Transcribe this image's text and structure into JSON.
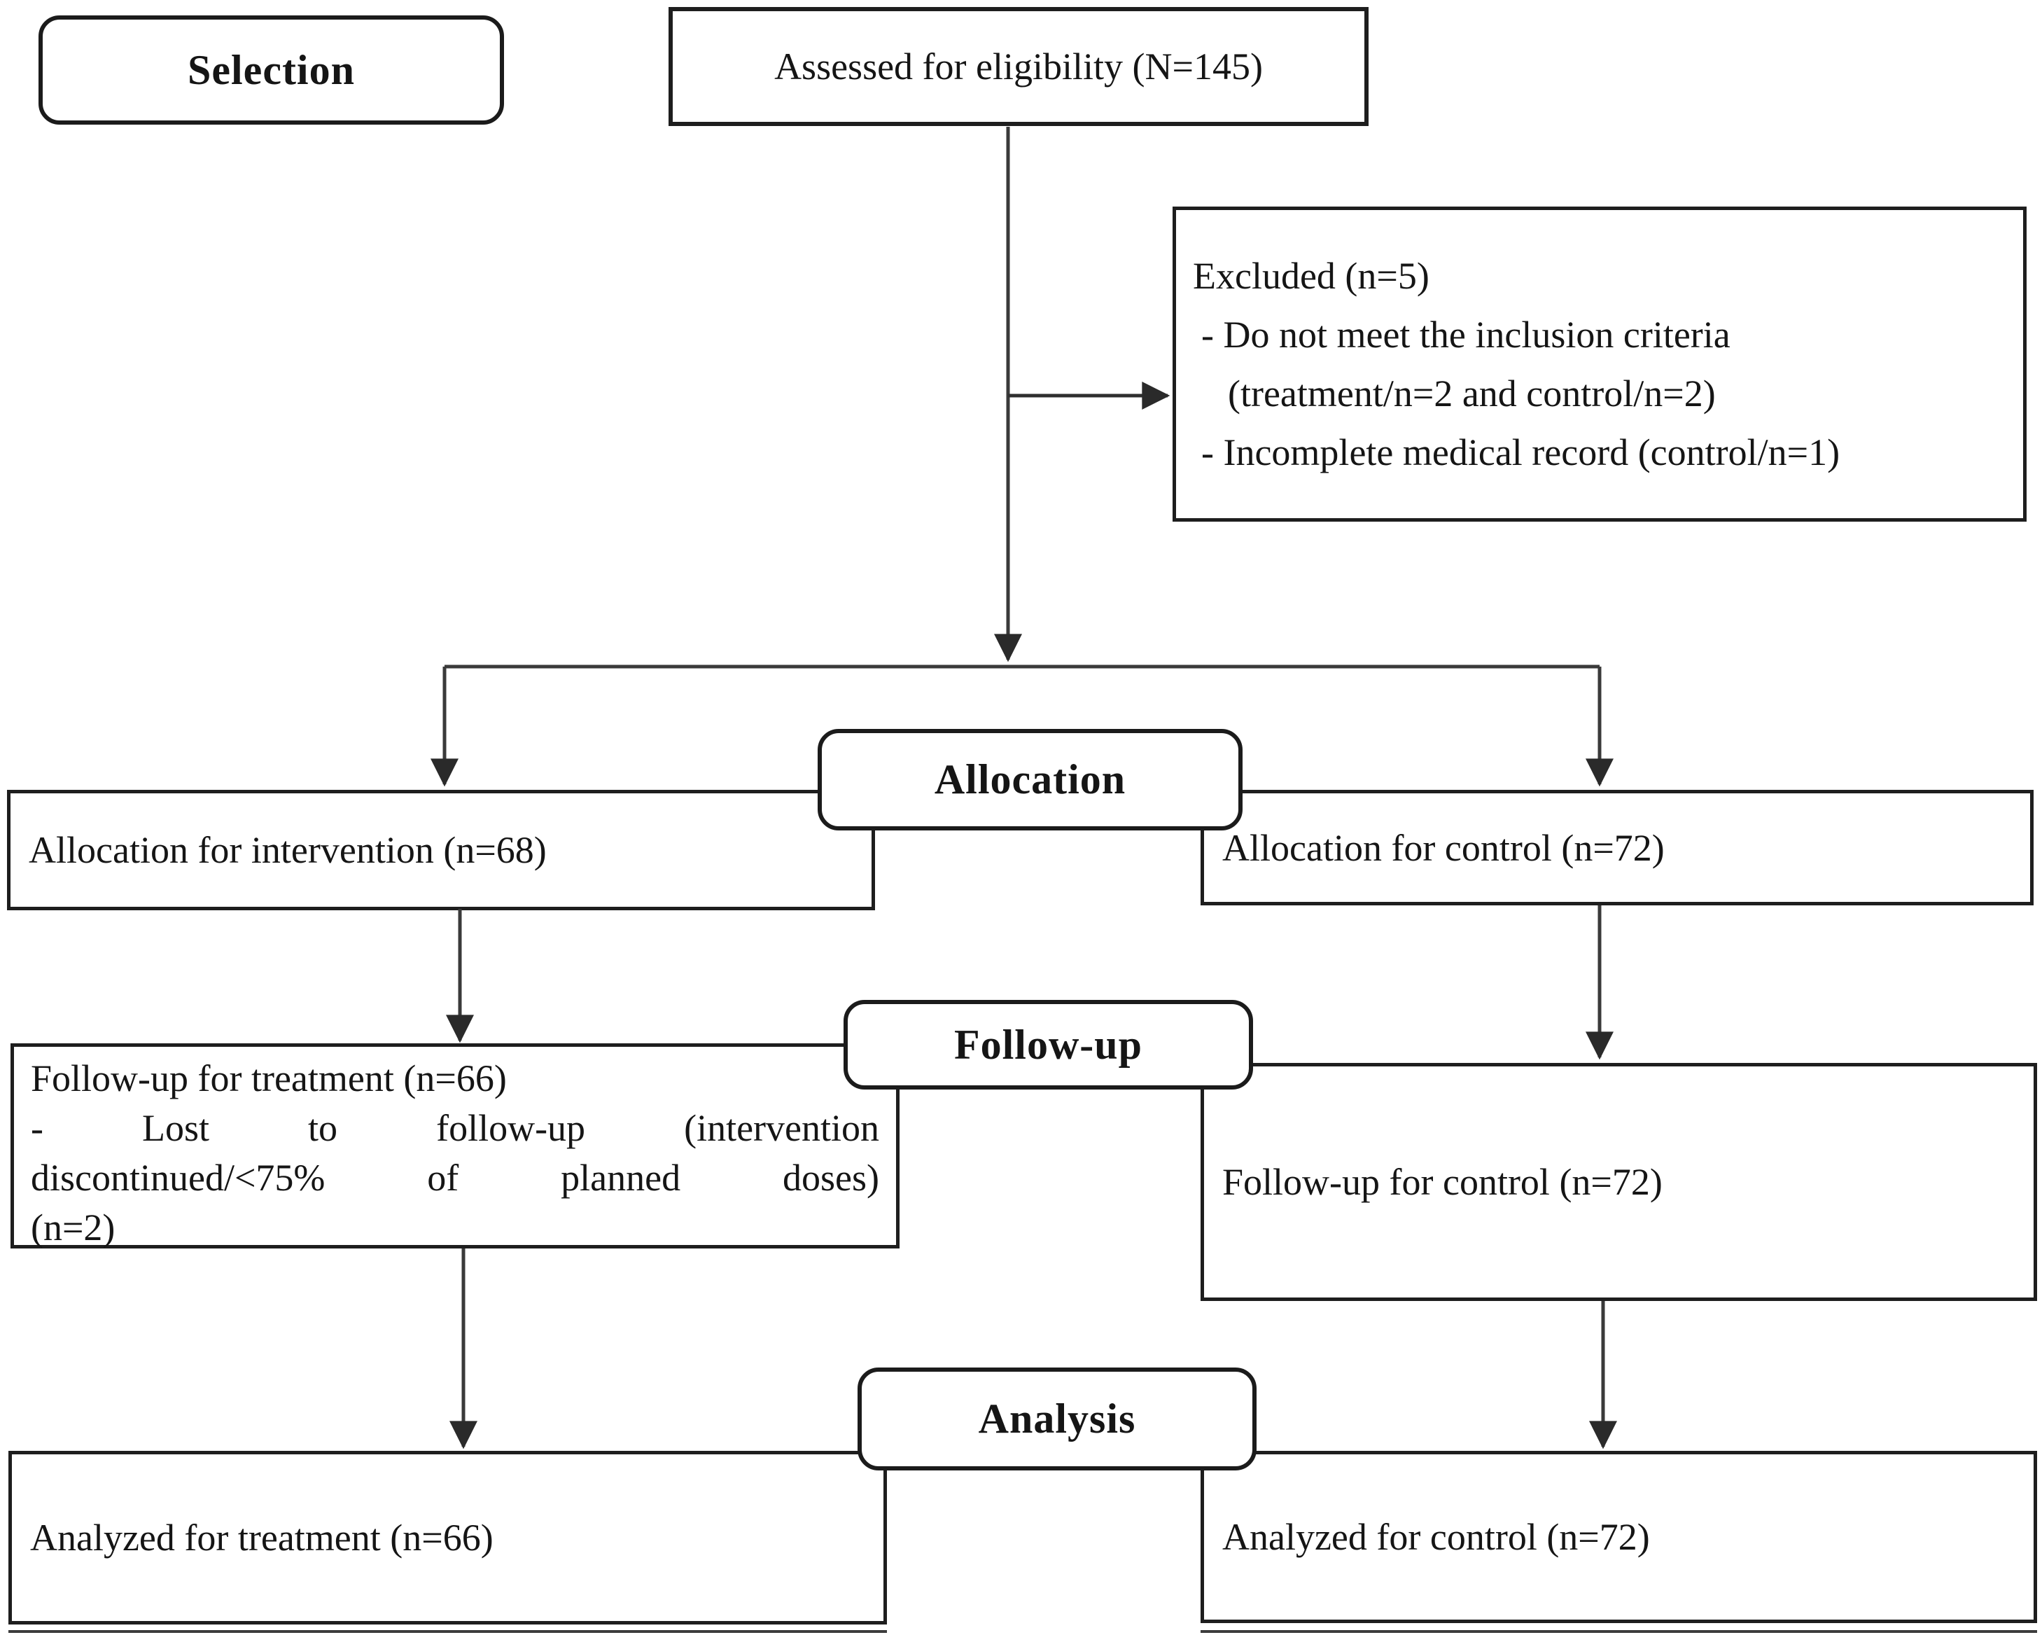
{
  "stages": {
    "selection": "Selection",
    "allocation": "Allocation",
    "followup": "Follow-up",
    "analysis": "Analysis"
  },
  "boxes": {
    "assessed": "Assessed for eligibility (N=145)",
    "excluded": {
      "title": "Excluded (n=5)",
      "reason1_line1": "- Do not meet the inclusion criteria",
      "reason1_line2": "(treatment/n=2 and control/n=2)",
      "reason2": "- Incomplete medical record (control/n=1)"
    },
    "allocation_intervention": "Allocation for intervention (n=68)",
    "allocation_control": "Allocation for control (n=72)",
    "followup_treatment": {
      "title": "Follow-up for treatment (n=66)",
      "lost_line1": "- Lost to follow-up (intervention",
      "lost_line2": "discontinued/<75% of planned doses)",
      "lost_line3": "(n=2)"
    },
    "followup_control": "Follow-up for control (n=72)",
    "analyzed_treatment": "Analyzed for treatment (n=66)",
    "analyzed_control": "Analyzed for control (n=72)"
  },
  "colors": {
    "ink": "#1b1b1b",
    "connector": "#3a3a3a",
    "background": "#ffffff"
  }
}
